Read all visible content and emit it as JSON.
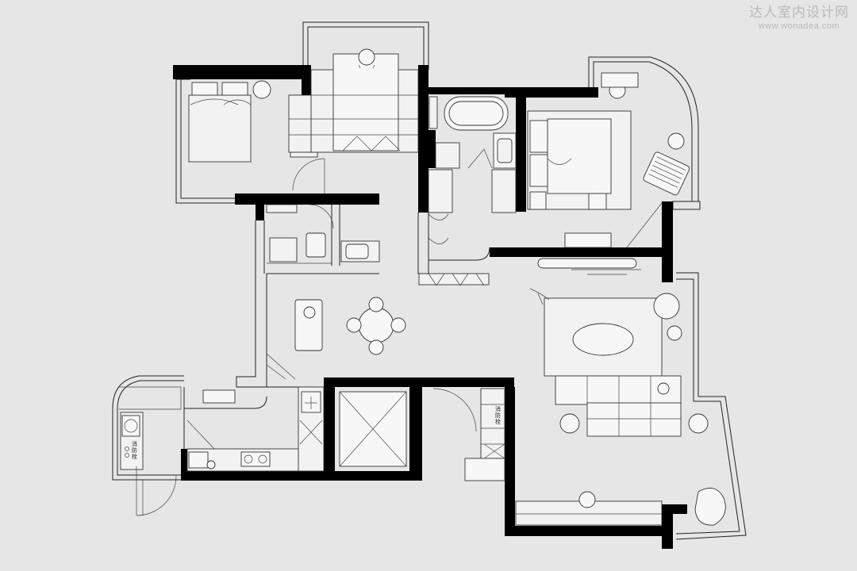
{
  "watermark": {
    "title": "达人室内设计网",
    "url": "www.wonadea.com"
  },
  "labels": {
    "hydrant_left": "消防栓",
    "hydrant_right": "消防栓"
  },
  "colors": {
    "background": "#e6e6e6",
    "wall": "#000000",
    "line": "#222222",
    "watermark": "#b9b9b9"
  }
}
